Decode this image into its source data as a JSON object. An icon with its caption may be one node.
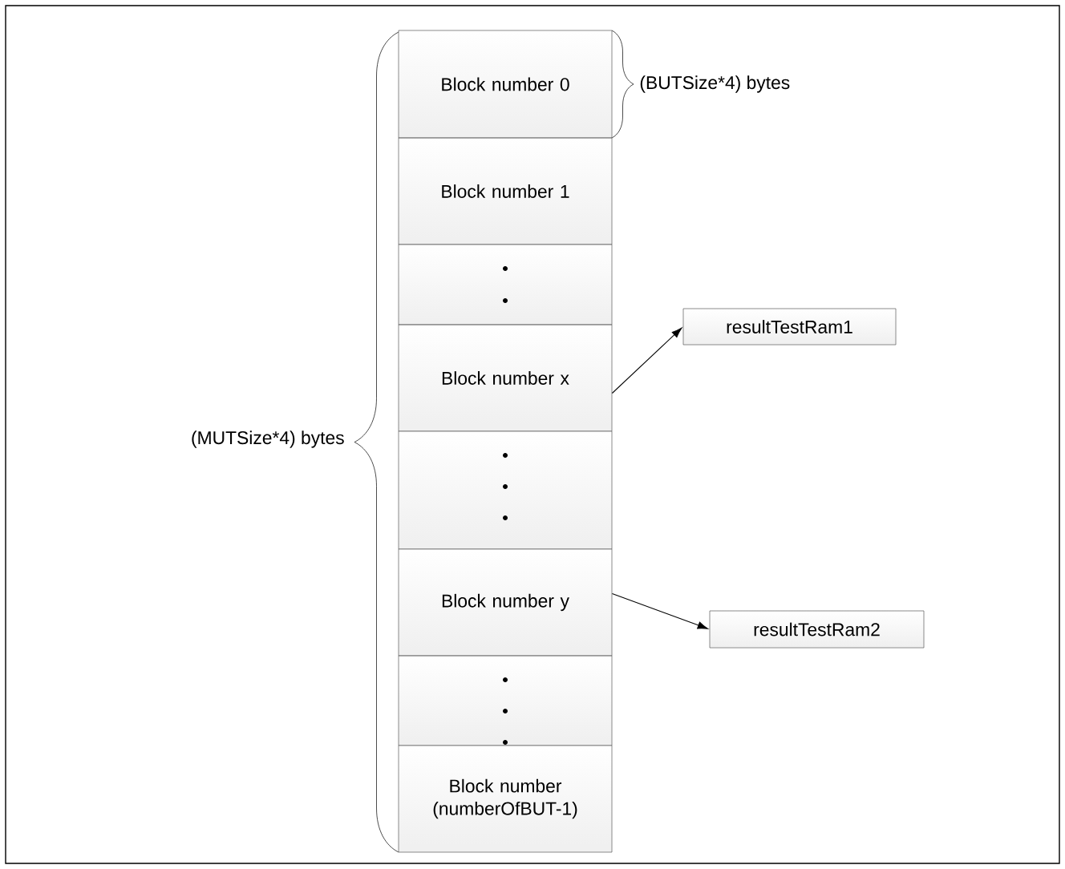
{
  "diagram": {
    "nodes": [
      {
        "text": [
          "Block number 0"
        ]
      },
      {
        "text": [
          "Block number 1"
        ]
      },
      {
        "text": [],
        "shape": "box"
      },
      {
        "text": [
          "Block number x"
        ]
      },
      {
        "text": [],
        "shape": "box"
      },
      {
        "text": [
          "Block number y"
        ]
      },
      {
        "text": [],
        "shape": "box"
      },
      {
        "text": [
          "Block number (numberOfBUT-1)"
        ]
      },
      {
        "text": [
          "resultTestRam1"
        ]
      },
      {
        "text": [
          "resultTestRam2"
        ]
      }
    ],
    "edges": [
      {
        "from": 3,
        "to": 8,
        "arrow": "to"
      },
      {
        "from": 5,
        "to": 9,
        "arrow": "to"
      }
    ],
    "labels": [
      "(BUTSize*4) bytes",
      "(MUTSize*4) bytes"
    ]
  }
}
